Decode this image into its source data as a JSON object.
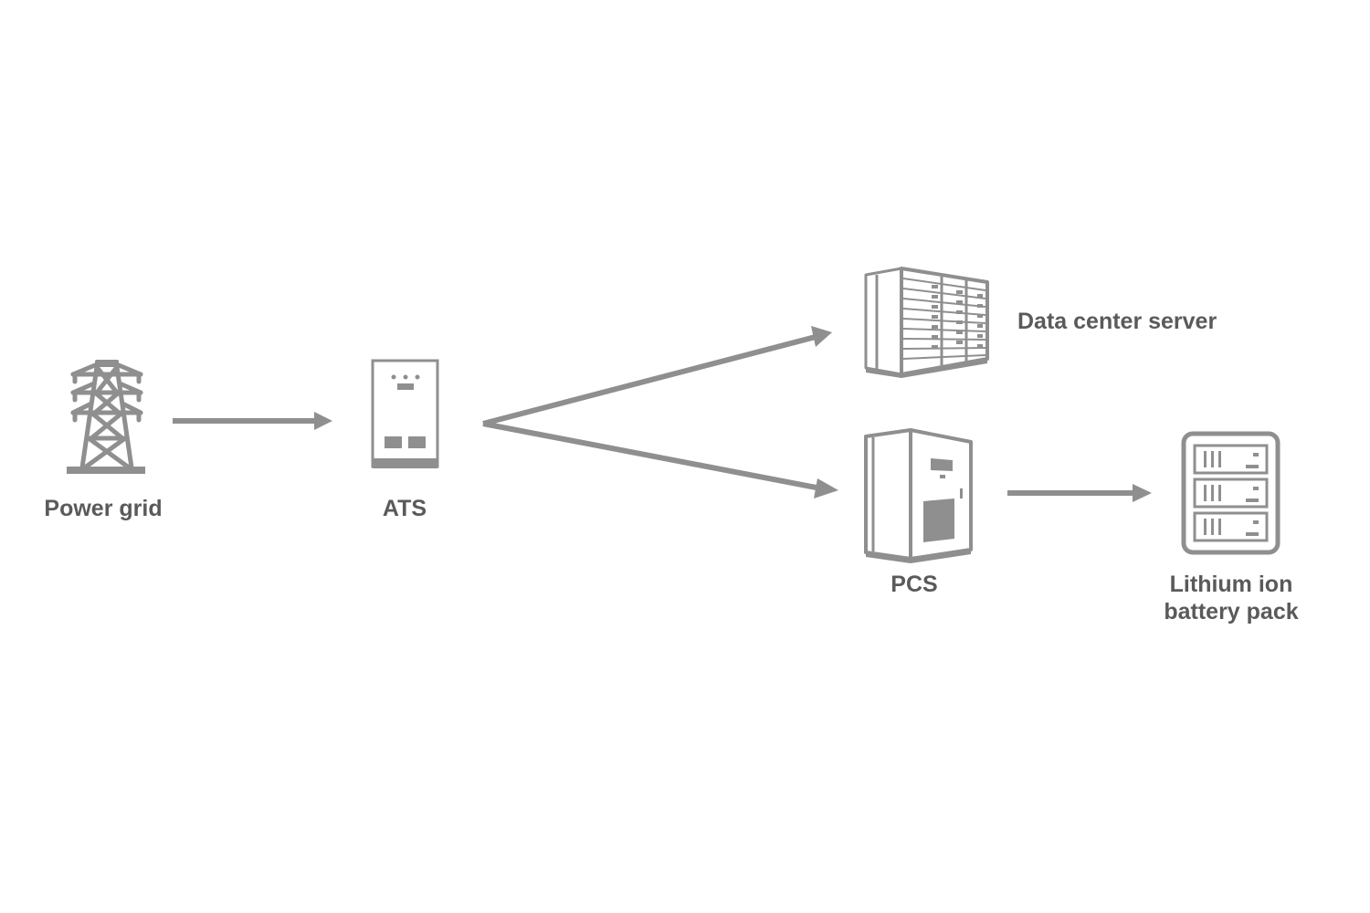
{
  "colors": {
    "icon": "#8f8f8f",
    "label": "#5a5a5a",
    "background": "#ffffff"
  },
  "nodes": {
    "power_grid": {
      "label": "Power grid",
      "icon": "transmission-tower-icon"
    },
    "ats": {
      "label": "ATS",
      "icon": "ats-cabinet-icon"
    },
    "server": {
      "label": "Data center server",
      "icon": "server-rack-icon"
    },
    "pcs": {
      "label": "PCS",
      "icon": "pcs-cabinet-icon"
    },
    "battery": {
      "label_line1": "Lithium ion",
      "label_line2": "battery pack",
      "icon": "battery-rack-icon"
    }
  },
  "edges": [
    {
      "from": "Power grid",
      "to": "ATS"
    },
    {
      "from": "ATS",
      "to": "Data center server"
    },
    {
      "from": "ATS",
      "to": "PCS"
    },
    {
      "from": "PCS",
      "to": "Lithium ion battery pack"
    }
  ]
}
